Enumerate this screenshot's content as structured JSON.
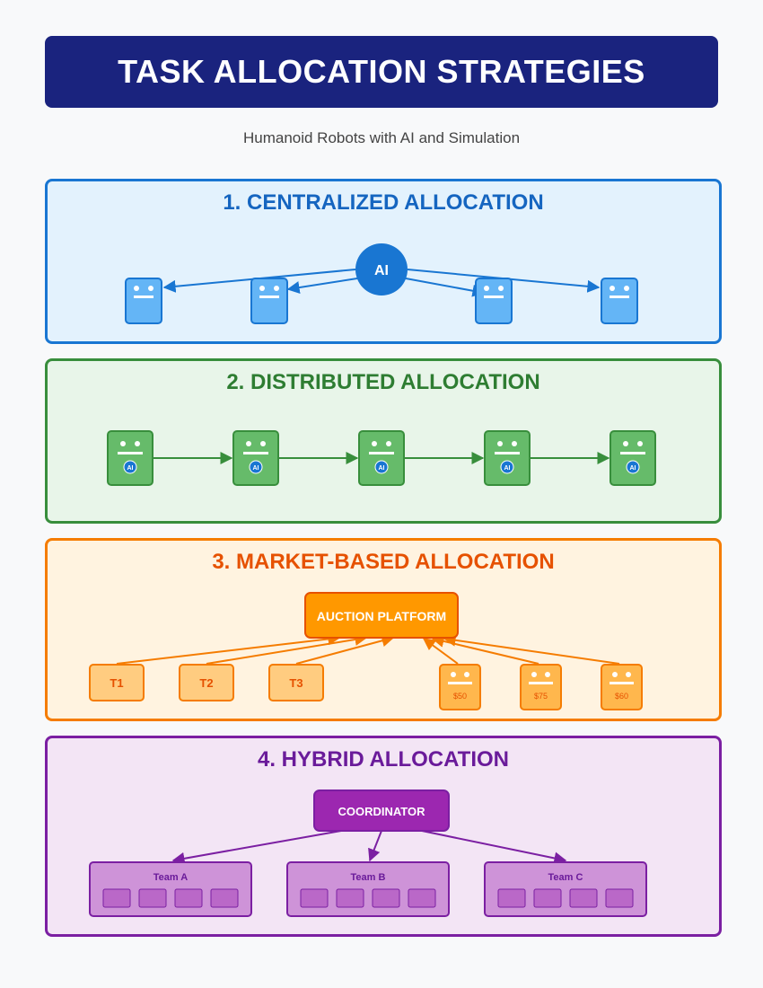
{
  "header": {
    "title": "TASK ALLOCATION STRATEGIES",
    "subtitle": "Humanoid Robots with AI and Simulation"
  },
  "colors": {
    "header_bg": "#1a237e",
    "centralized": "#1976d2",
    "distributed": "#388e3c",
    "market": "#f57c00",
    "hybrid": "#7b1fa2"
  },
  "sections": {
    "centralized": {
      "title": "1. CENTRALIZED ALLOCATION",
      "hub_label": "AI"
    },
    "distributed": {
      "title": "2. DISTRIBUTED ALLOCATION",
      "robot_badge": "AI"
    },
    "market": {
      "title": "3. MARKET-BASED ALLOCATION",
      "platform_label": "AUCTION PLATFORM",
      "tasks": [
        "T1",
        "T2",
        "T3"
      ],
      "bids": [
        "$50",
        "$75",
        "$60"
      ]
    },
    "hybrid": {
      "title": "4. HYBRID ALLOCATION",
      "coordinator_label": "COORDINATOR",
      "teams": [
        "Team A",
        "Team B",
        "Team C"
      ]
    }
  }
}
